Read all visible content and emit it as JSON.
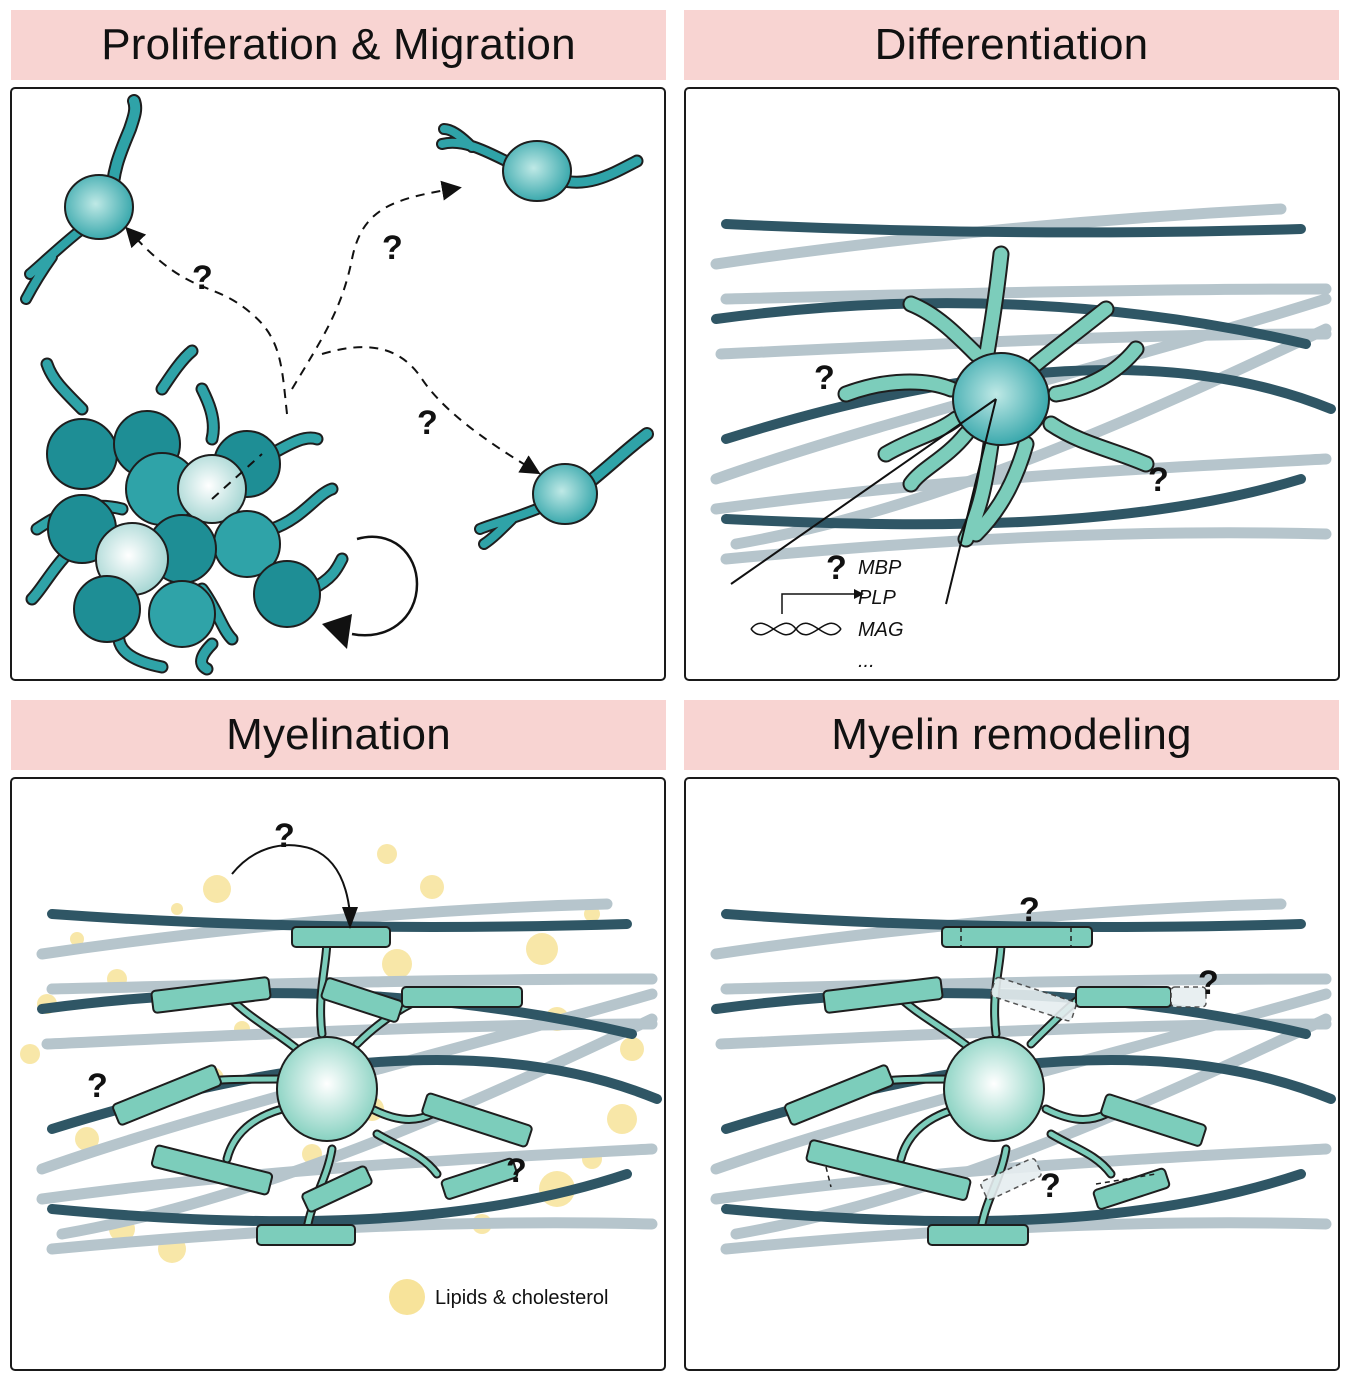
{
  "panels": {
    "proliferation": {
      "title": "Proliferation & Migration",
      "q1": "?",
      "q2": "?",
      "q3": "?"
    },
    "differentiation": {
      "title": "Differentiation",
      "q1": "?",
      "q2": "?",
      "q3": "?",
      "genes": [
        "MBP",
        "PLP",
        "MAG",
        "..."
      ]
    },
    "myelination": {
      "title": "Myelination",
      "q1": "?",
      "q2": "?",
      "q3": "?",
      "legend_label": "Lipids & cholesterol"
    },
    "remodeling": {
      "title": "Myelin remodeling",
      "q1": "?",
      "q2": "?",
      "q3": "?"
    }
  },
  "colors": {
    "header_bg": "#f8d4d2",
    "cell_dark": "#1e8e95",
    "cell_mid": "#2fa3a8",
    "cell_light": "#bfe3e0",
    "myelin": "#7ccdbb",
    "axon_dark": "#2f5665",
    "axon_light": "#b6c5cc",
    "lipid": "#f7e39a"
  }
}
